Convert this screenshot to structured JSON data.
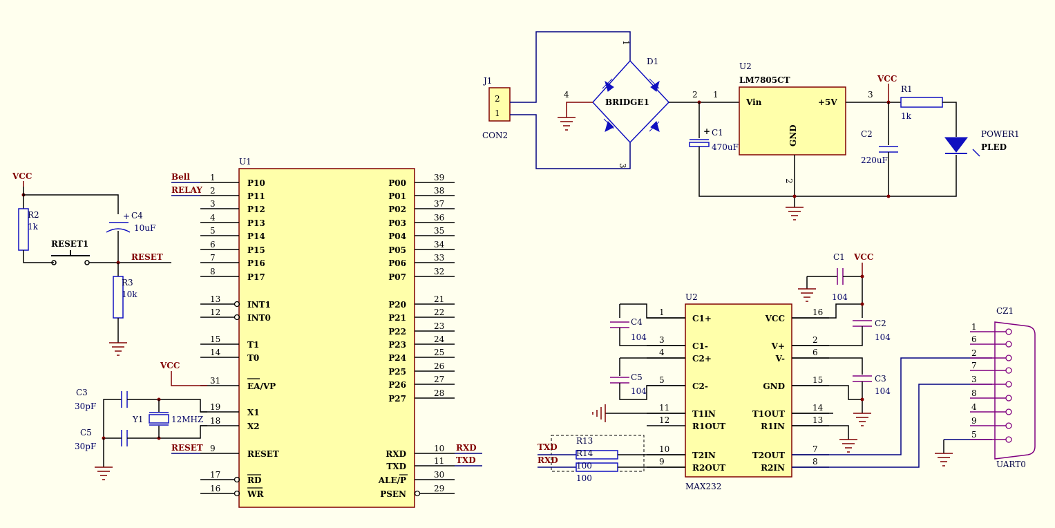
{
  "u1": {
    "ref": "U1",
    "left_pins": [
      {
        "num": "1",
        "name": "P10",
        "net": "Bell"
      },
      {
        "num": "2",
        "name": "P11",
        "net": "RELAY"
      },
      {
        "num": "3",
        "name": "P12",
        "net": ""
      },
      {
        "num": "4",
        "name": "P13",
        "net": ""
      },
      {
        "num": "5",
        "name": "P14",
        "net": ""
      },
      {
        "num": "6",
        "name": "P15",
        "net": ""
      },
      {
        "num": "7",
        "name": "P16",
        "net": ""
      },
      {
        "num": "8",
        "name": "P17",
        "net": ""
      },
      {
        "num": "13",
        "name": "INT1",
        "net": ""
      },
      {
        "num": "12",
        "name": "INT0",
        "net": ""
      },
      {
        "num": "15",
        "name": "T1",
        "net": ""
      },
      {
        "num": "14",
        "name": "T0",
        "net": ""
      },
      {
        "num": "31",
        "name": "EA/VP",
        "net": ""
      },
      {
        "num": "19",
        "name": "X1",
        "net": ""
      },
      {
        "num": "18",
        "name": "X2",
        "net": ""
      },
      {
        "num": "9",
        "name": "RESET",
        "net": "RESET"
      },
      {
        "num": "17",
        "name": "RD",
        "net": ""
      },
      {
        "num": "16",
        "name": "WR",
        "net": ""
      }
    ],
    "right_pins": [
      {
        "num": "39",
        "name": "P00",
        "net": ""
      },
      {
        "num": "38",
        "name": "P01",
        "net": ""
      },
      {
        "num": "37",
        "name": "P02",
        "net": ""
      },
      {
        "num": "36",
        "name": "P03",
        "net": ""
      },
      {
        "num": "35",
        "name": "P04",
        "net": ""
      },
      {
        "num": "34",
        "name": "P05",
        "net": ""
      },
      {
        "num": "33",
        "name": "P06",
        "net": ""
      },
      {
        "num": "32",
        "name": "P07",
        "net": ""
      },
      {
        "num": "21",
        "name": "P20",
        "net": ""
      },
      {
        "num": "22",
        "name": "P21",
        "net": ""
      },
      {
        "num": "23",
        "name": "P22",
        "net": ""
      },
      {
        "num": "24",
        "name": "P23",
        "net": ""
      },
      {
        "num": "25",
        "name": "P24",
        "net": ""
      },
      {
        "num": "26",
        "name": "P25",
        "net": ""
      },
      {
        "num": "27",
        "name": "P26",
        "net": ""
      },
      {
        "num": "28",
        "name": "P27",
        "net": ""
      },
      {
        "num": "10",
        "name": "RXD",
        "net": "RXD"
      },
      {
        "num": "11",
        "name": "TXD",
        "net": "TXD"
      },
      {
        "num": "30",
        "name": "ALE/P",
        "net": ""
      },
      {
        "num": "29",
        "name": "PSEN",
        "net": ""
      }
    ]
  },
  "reset_circuit": {
    "vcc": "VCC",
    "r2": {
      "ref": "R2",
      "value": "1k"
    },
    "c4": {
      "ref": "C4",
      "value": "10uF",
      "plus": "+"
    },
    "switch": "RESET1",
    "net": "RESET",
    "r3": {
      "ref": "R3",
      "value": "10k"
    }
  },
  "ea_vcc": "VCC",
  "crystal": {
    "c3": {
      "ref": "C3",
      "value": "30pF"
    },
    "c5": {
      "ref": "C5",
      "value": "30pF"
    },
    "y1": {
      "ref": "Y1",
      "value": "12MHZ"
    }
  },
  "power": {
    "j1": {
      "ref": "J1",
      "value": "CON2",
      "pins": [
        "2",
        "1"
      ]
    },
    "d1": {
      "ref": "D1",
      "value": "BRIDGE1",
      "pins": [
        "1",
        "2",
        "3",
        "4"
      ]
    },
    "u2": {
      "ref": "U2",
      "value": "LM7805CT",
      "vin": "Vin",
      "vout": "+5V",
      "gnd": "GND",
      "pins": [
        "1",
        "3",
        "2"
      ]
    },
    "c1": {
      "ref": "C1",
      "value": "470uF",
      "plus": "+"
    },
    "c2": {
      "ref": "C2",
      "value": "220uF"
    },
    "vcc": "VCC",
    "r1": {
      "ref": "R1",
      "value": "1k"
    },
    "led": {
      "ref": "POWER1",
      "value": "PLED"
    }
  },
  "max232": {
    "ref": "U2",
    "value": "MAX232",
    "left_pins": [
      {
        "num": "1",
        "name": "C1+"
      },
      {
        "num": "3",
        "name": "C1-"
      },
      {
        "num": "4",
        "name": "C2+"
      },
      {
        "num": "5",
        "name": "C2-"
      },
      {
        "num": "11",
        "name": "T1IN"
      },
      {
        "num": "12",
        "name": "R1OUT"
      },
      {
        "num": "10",
        "name": "T2IN"
      },
      {
        "num": "9",
        "name": "R2OUT"
      }
    ],
    "right_pins": [
      {
        "num": "16",
        "name": "VCC"
      },
      {
        "num": "2",
        "name": "V+"
      },
      {
        "num": "6",
        "name": "V-"
      },
      {
        "num": "15",
        "name": "GND"
      },
      {
        "num": "14",
        "name": "T1OUT"
      },
      {
        "num": "13",
        "name": "R1IN"
      },
      {
        "num": "7",
        "name": "T2OUT"
      },
      {
        "num": "8",
        "name": "R2IN"
      }
    ],
    "c1": {
      "ref": "C1",
      "value": "104"
    },
    "vcc": "VCC",
    "c2": {
      "ref": "C2",
      "value": "104"
    },
    "c3": {
      "ref": "C3",
      "value": "104"
    },
    "c4": {
      "ref": "C4",
      "value": "104"
    },
    "c5": {
      "ref": "C5",
      "value": "104"
    },
    "r13": {
      "ref": "R13",
      "value": "100"
    },
    "r14": {
      "ref": "R14",
      "value": "100"
    },
    "txd": "TXD",
    "rxd": "RXD"
  },
  "db9": {
    "ref": "CZ1",
    "value": "UART0",
    "pins": [
      "1",
      "6",
      "2",
      "7",
      "3",
      "8",
      "4",
      "9",
      "5"
    ]
  }
}
